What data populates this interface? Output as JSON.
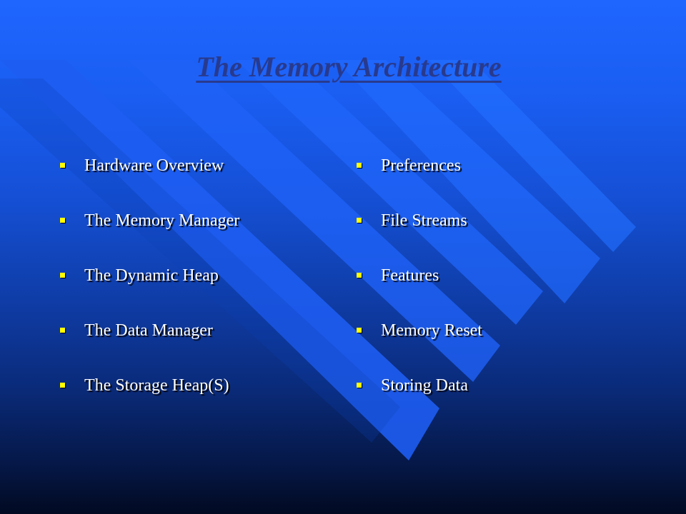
{
  "slide": {
    "title": "The Memory Architecture",
    "left_column": [
      "Hardware Overview",
      "The Memory Manager",
      "The Dynamic Heap",
      "The Data Manager",
      "The Storage Heap(S)"
    ],
    "right_column": [
      "Preferences",
      "File Streams",
      "Features",
      "Memory Reset",
      "Storing Data"
    ]
  },
  "colors": {
    "background_top": "#1f66ff",
    "background_bottom": "#020a22",
    "title": "#283a8e",
    "bullet": "#ffff00",
    "text": "#ffffff"
  }
}
